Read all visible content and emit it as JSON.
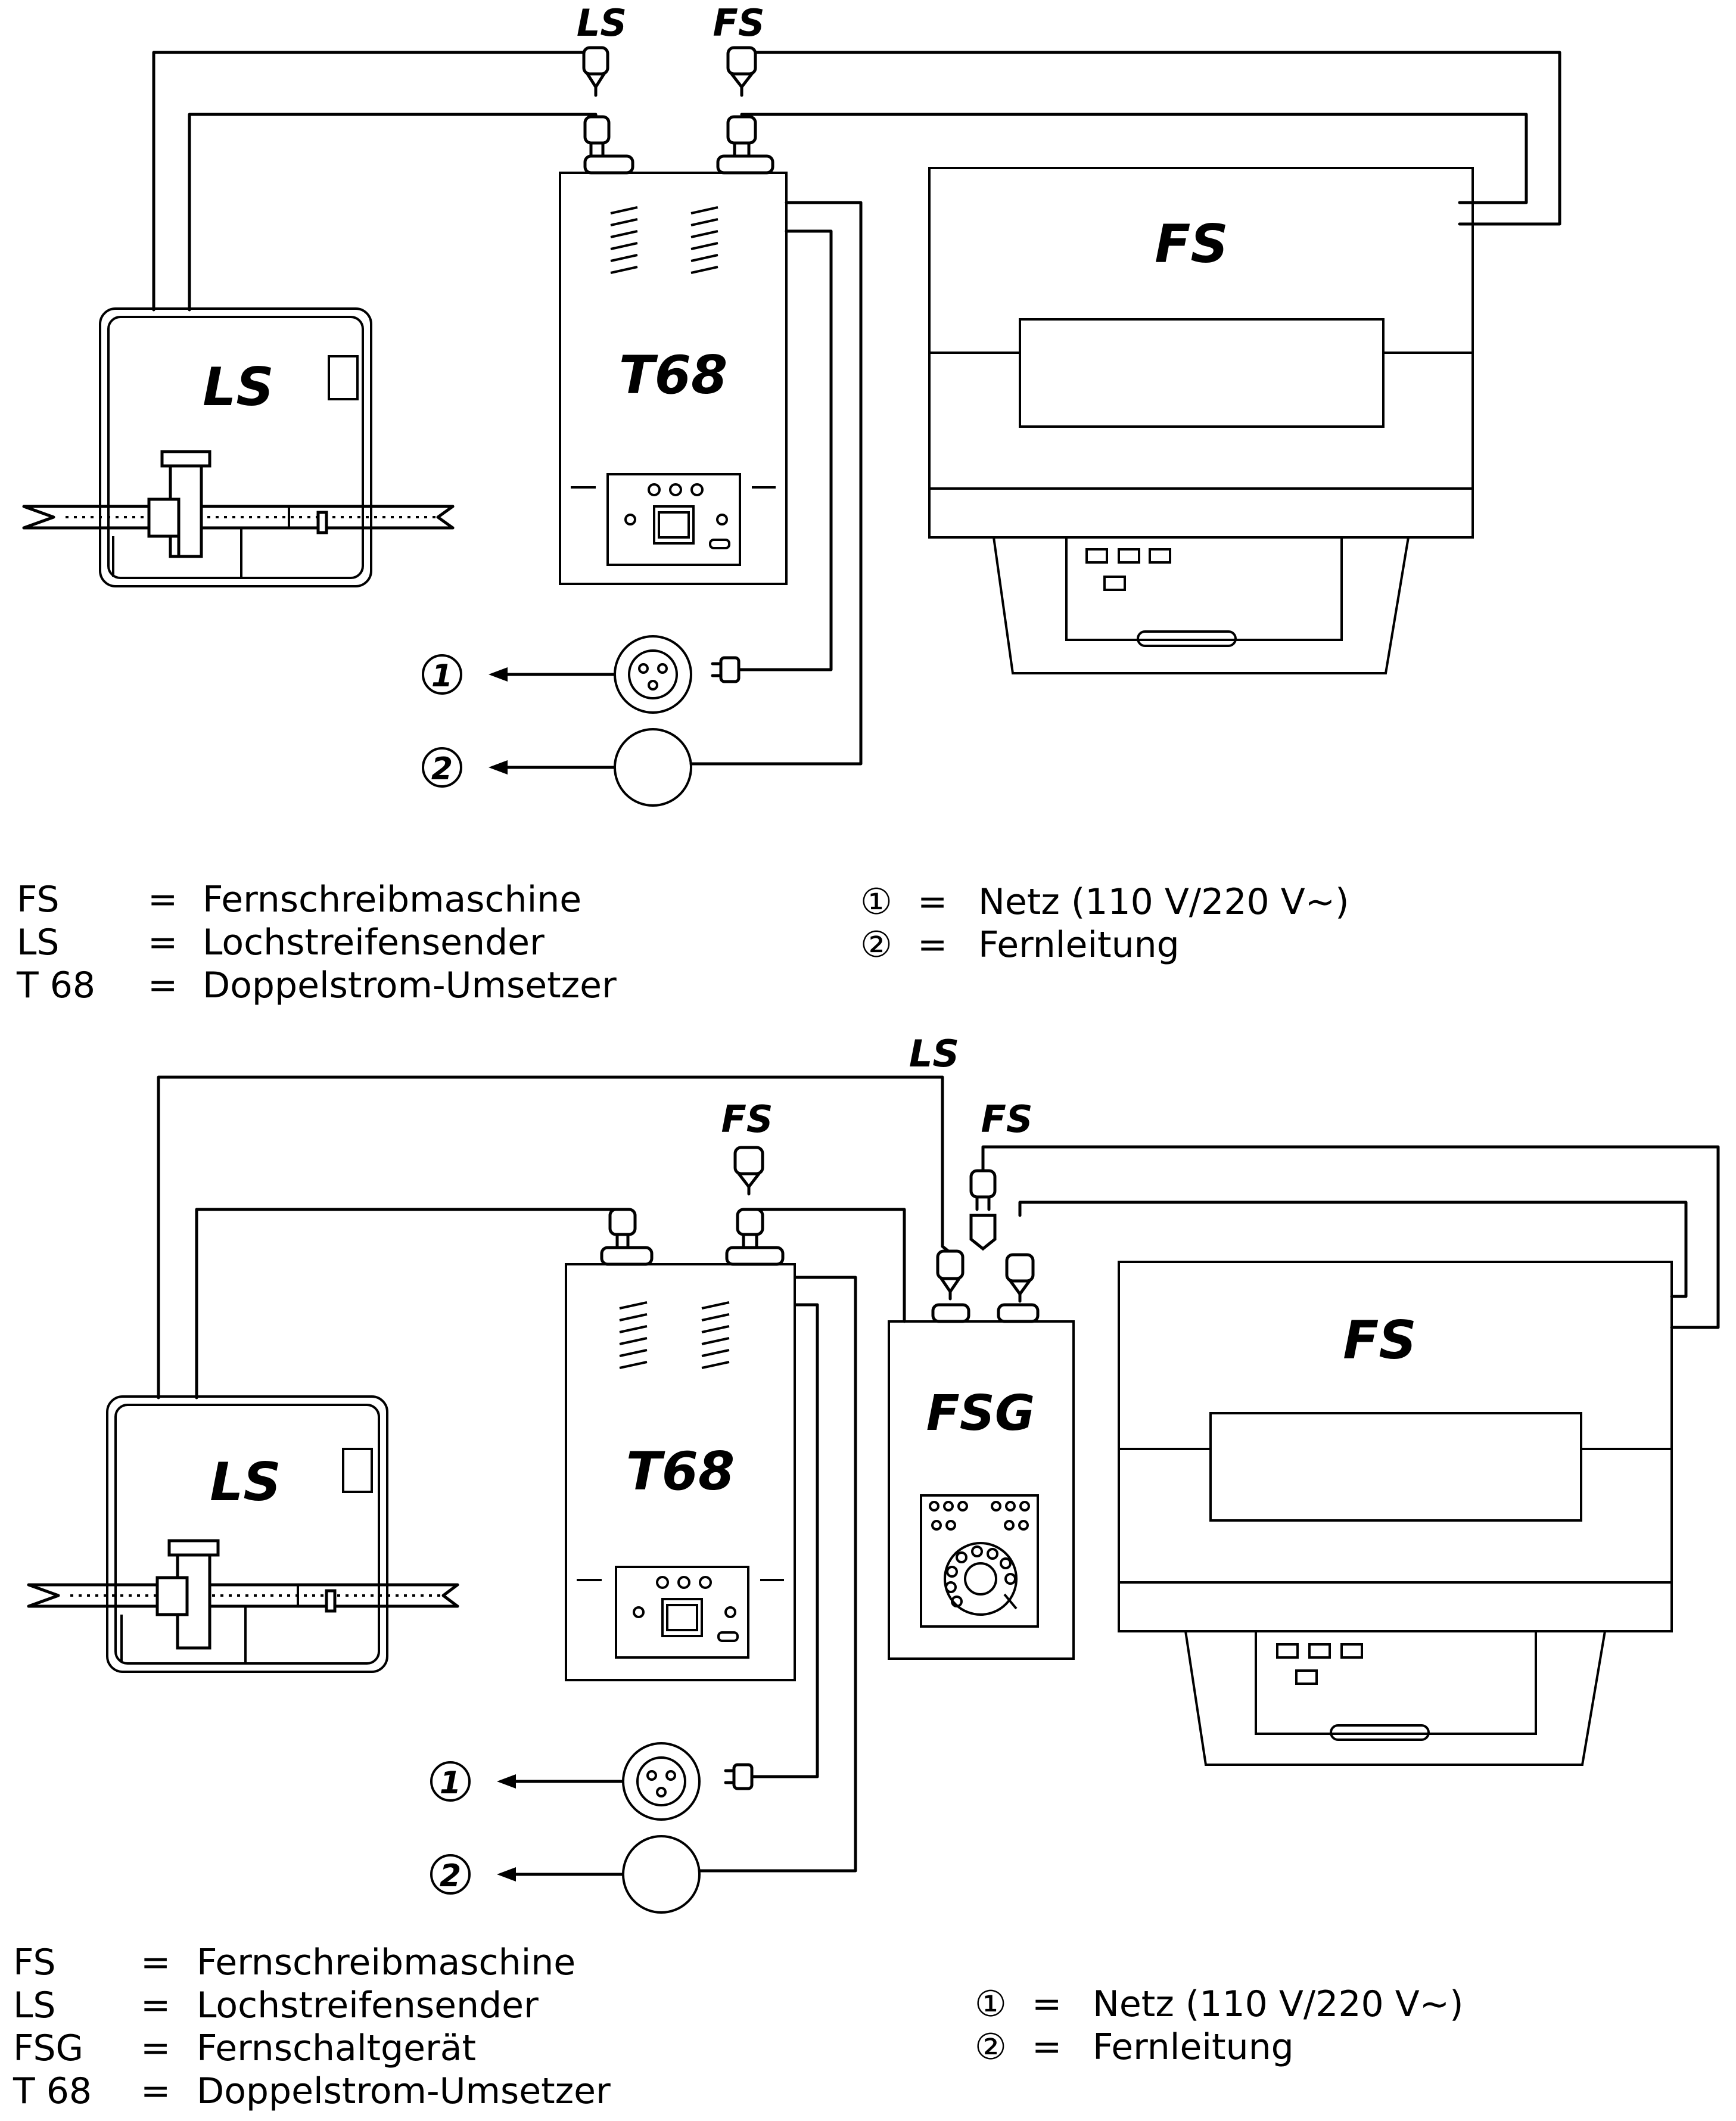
{
  "diagram1": {
    "plug_labels": {
      "ls": "LS",
      "fs": "FS"
    },
    "devices": {
      "ls": "LS",
      "t68": "T68",
      "fs": "FS"
    },
    "sockets": {
      "one": "1",
      "two": "2"
    },
    "legend_left": [
      {
        "abbr": "FS",
        "eq": "=",
        "text": "Fernschreibmaschine"
      },
      {
        "abbr": "LS",
        "eq": "=",
        "text": "Lochstreifensender"
      },
      {
        "abbr": "T 68",
        "eq": "=",
        "text": "Doppelstrom-Umsetzer"
      }
    ],
    "legend_right": [
      {
        "sym": "①",
        "eq": "=",
        "text": "Netz (110 V/220 V∼)"
      },
      {
        "sym": "②",
        "eq": "=",
        "text": "Fernleitung"
      }
    ]
  },
  "diagram2": {
    "plug_labels": {
      "ls": "LS",
      "fs_t68": "FS",
      "fs_fsg": "FS"
    },
    "devices": {
      "ls": "LS",
      "t68": "T68",
      "fsg": "FSG",
      "fs": "FS"
    },
    "sockets": {
      "one": "1",
      "two": "2"
    },
    "legend_left": [
      {
        "abbr": "FS",
        "eq": "=",
        "text": "Fernschreibmaschine"
      },
      {
        "abbr": "LS",
        "eq": "=",
        "text": "Lochstreifensender"
      },
      {
        "abbr": "FSG",
        "eq": "=",
        "text": "Fernschaltgerät"
      },
      {
        "abbr": "T 68",
        "eq": "=",
        "text": "Doppelstrom-Umsetzer"
      }
    ],
    "legend_right": [
      {
        "sym": "①",
        "eq": "=",
        "text": "Netz (110 V/220 V∼)"
      },
      {
        "sym": "②",
        "eq": "=",
        "text": "Fernleitung"
      }
    ]
  }
}
